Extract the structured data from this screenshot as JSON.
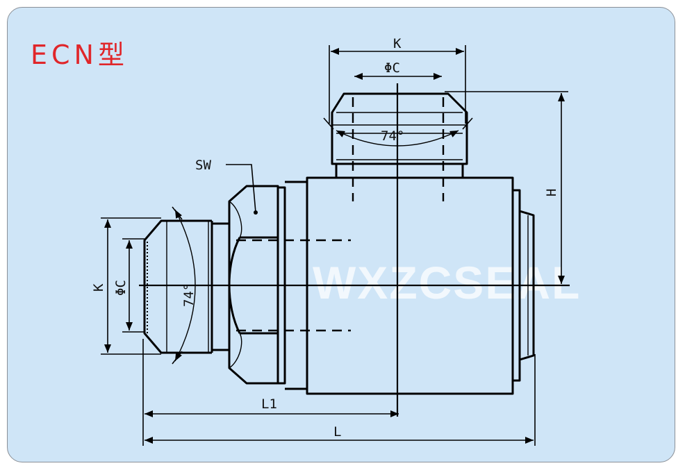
{
  "title": "ECN型",
  "watermark": "WXZCSEAL",
  "labels": {
    "k_top": "K",
    "c_top": "ΦC",
    "angle_top": "74°",
    "sw": "SW",
    "h": "H",
    "k_left": "K",
    "c_left": "ΦC",
    "angle_left": "74°",
    "l1": "L1",
    "l": "L"
  },
  "colors": {
    "background": "#cfe5f7",
    "title": "#e0262a",
    "line": "#000000",
    "watermark": "#ffffff"
  }
}
